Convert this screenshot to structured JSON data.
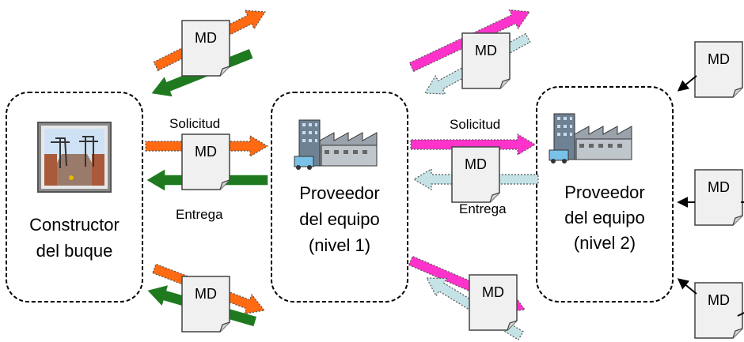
{
  "boxes": {
    "constructor": {
      "line1": "Constructor",
      "line2": "del buque"
    },
    "supplier1": {
      "line1": "Proveedor",
      "line2": "del equipo",
      "line3": "(nivel 1)"
    },
    "supplier2": {
      "line1": "Proveedor",
      "line2": "del equipo",
      "line3": "(nivel 2)"
    }
  },
  "flow_labels": {
    "request_1": "Solicitud",
    "delivery_1": "Entrega",
    "request_2": "Solicitud",
    "delivery_2": "Entrega"
  },
  "document_label": "MD",
  "colors": {
    "orange": "#ff6a13",
    "green": "#1f7a1f",
    "magenta": "#ff33cc",
    "lightblue": "#c5e3e6",
    "doc": "#f0f0f0",
    "outline": "#000000"
  },
  "icons": {
    "constructor": "shipyard-cranes-icon",
    "supplier": "factory-icon"
  }
}
